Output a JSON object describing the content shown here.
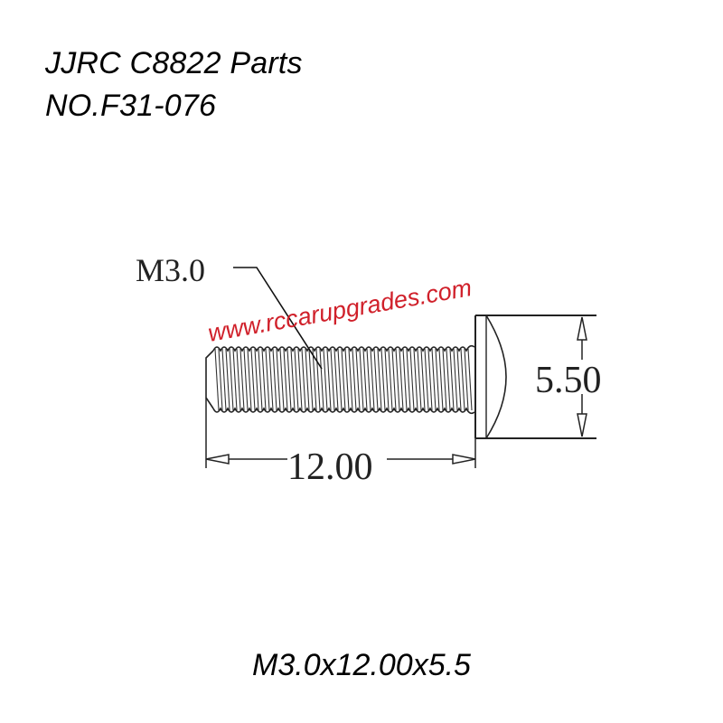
{
  "header": {
    "title": "JJRC C8822 Parts",
    "part_number": "NO.F31-076"
  },
  "drawing": {
    "thread_label": "M3.0",
    "length_label": "12.00",
    "head_diameter_label": "5.50",
    "watermark": "www.rccarupgrades.com",
    "watermark_color": "#d0202a"
  },
  "caption": "M3.0x12.00x5.5"
}
